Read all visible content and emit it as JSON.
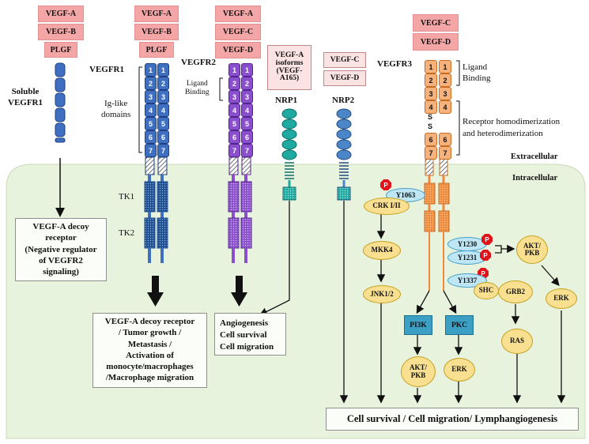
{
  "ligands": {
    "soluble": [
      "VEGF-A",
      "VEGF-B",
      "PLGF"
    ],
    "vegfr1": [
      "VEGF-A",
      "VEGF-B",
      "PLGF"
    ],
    "vegfr2": [
      "VEGF-A",
      "VEGF-C",
      "VEGF-D"
    ],
    "nrp1": "VEGF-A isoforms (VEGF-A165)",
    "nrp1_lines": [
      "VEGF-A",
      "isoforms",
      "(VEGF-",
      "A165)"
    ],
    "nrp2": [
      "VEGF-C",
      "VEGF-D"
    ],
    "vegfr3": [
      "VEGF-C",
      "VEGF-D"
    ]
  },
  "receptors": {
    "soluble_line1": "Soluble",
    "soluble_line2": "VEGFR1",
    "vegfr1": "VEGFR1",
    "vegfr2": "VEGFR2",
    "vegfr3": "VEGFR3",
    "nrp1": "NRP1",
    "nrp2": "NRP2"
  },
  "domain_numbers": [
    "1",
    "2",
    "3",
    "4",
    "5",
    "6",
    "7"
  ],
  "annotations": {
    "ig_like_line1": "Ig-like",
    "ig_like_line2": "domains",
    "ligand_binding_r2_line1": "Ligand",
    "ligand_binding_r2_line2": "Binding",
    "ligand_binding_r3_line1": "Ligand",
    "ligand_binding_r3_line2": "Binding",
    "dimerization_line1": "Receptor homodimerization",
    "dimerization_line2": "and heterodimerization",
    "s_letter": "S",
    "tk1": "TK1",
    "tk2": "TK2",
    "extracellular": "Extracellular",
    "intracellular": "Intracellular"
  },
  "outcomes": {
    "decoy_lines": [
      "VEGF-A decoy",
      "receptor",
      "(Negative regulator",
      "of VEGFR2",
      "signaling)"
    ],
    "vegfr1_lines": [
      "VEGF-A decoy receptor",
      "/ Tumor growth /",
      "Metastasis /",
      "Activation of",
      "monocyte/macrophages",
      "/Macrophage migration"
    ],
    "vegfr2_lines": [
      "Angiogenesis",
      "Cell survival",
      "Cell migration"
    ],
    "final": "Cell survival / Cell migration/ Lymphangiogenesis"
  },
  "signaling": {
    "phospho": "P",
    "y1063": "Y1063",
    "y1230": "Y1230",
    "y1231": "Y1231",
    "y1337": "Y1337",
    "crk": "CRK I/II",
    "mkk4": "MKK4",
    "jnk": "JNK1/2",
    "pi3k": "PI3K",
    "pkc": "PKC",
    "akt_line1": "AKT/",
    "akt_line2": "PKB",
    "erk": "ERK",
    "shc": "SHC",
    "grb2": "GRB2",
    "ras": "RAS"
  },
  "colors": {
    "ligand": "#f4a6a6",
    "vegfr1": "#3f6fc0",
    "vegfr2": "#8a4fcc",
    "vegfr3": "#f6b27c",
    "nrp1": "#1fa9a0",
    "nrp2": "#4a86c8",
    "cytoplasm": "#e8f3dd",
    "phospho": "#e0141b"
  }
}
